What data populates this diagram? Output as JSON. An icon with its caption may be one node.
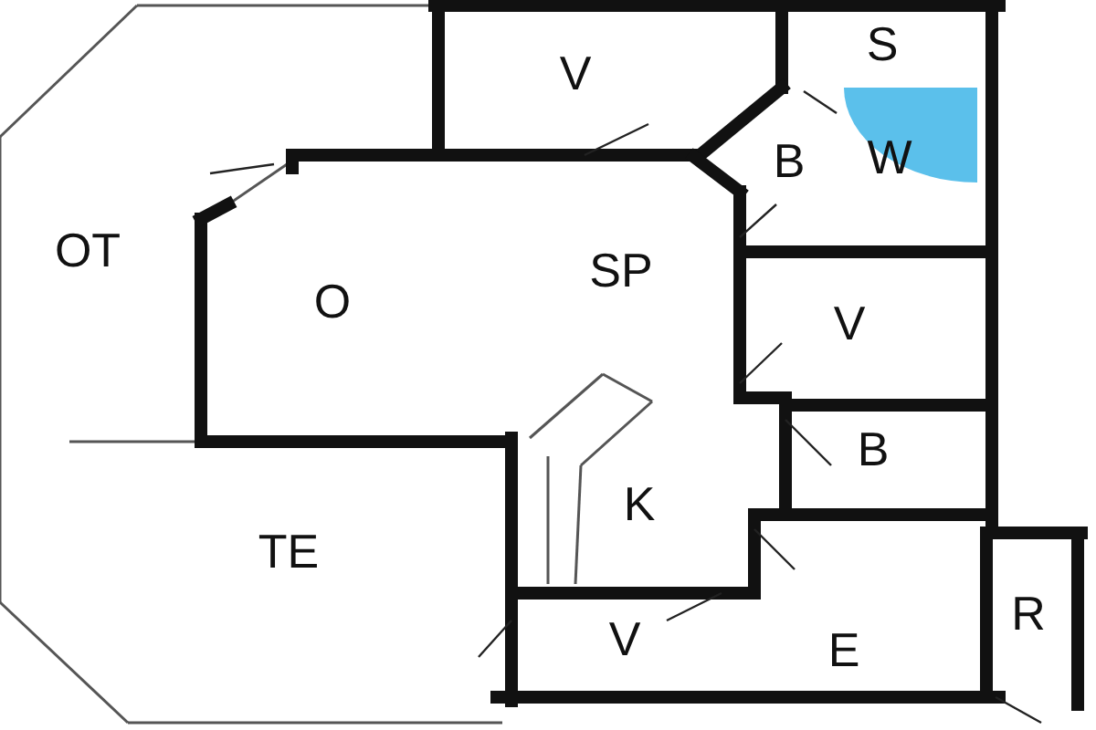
{
  "diagram": {
    "labels": [
      "V",
      "S",
      "B",
      "W",
      "OT",
      "SP",
      "O",
      "V",
      "B",
      "K",
      "TE",
      "E",
      "V",
      "R"
    ]
  }
}
